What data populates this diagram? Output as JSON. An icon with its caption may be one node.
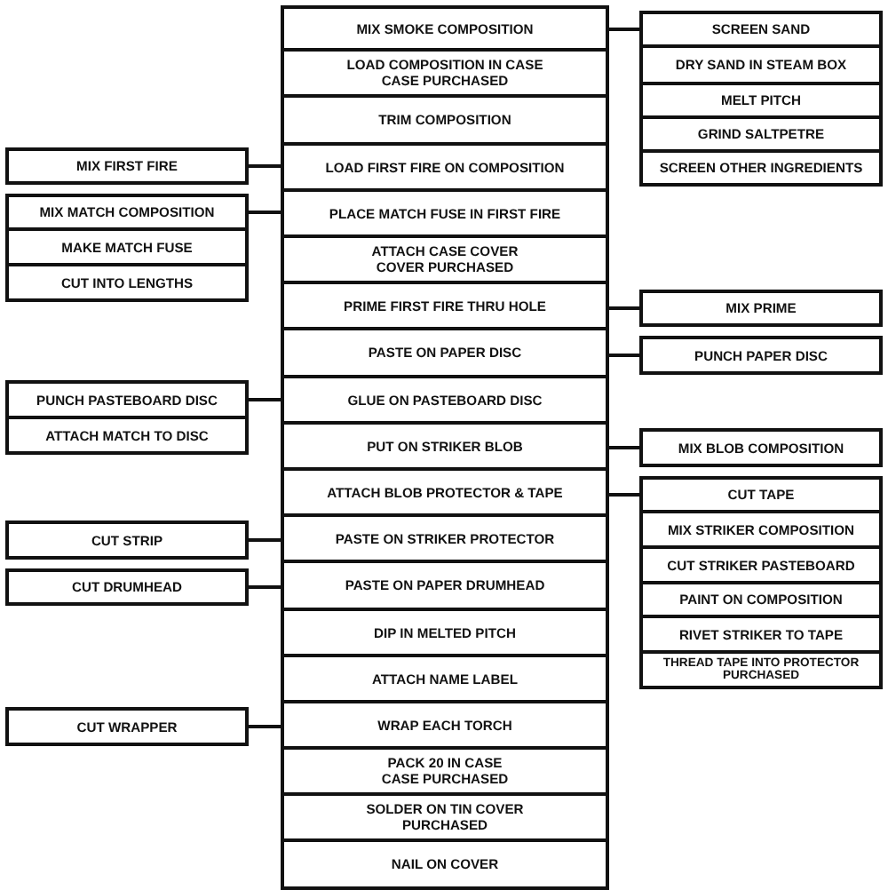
{
  "diagram": {
    "nodes": [
      {
        "text": [
          "MIX SMOKE COMPOSITION"
        ]
      },
      {
        "text": [
          "LOAD COMPOSITION IN CASE",
          "CASE PURCHASED"
        ]
      },
      {
        "text": [
          "TRIM COMPOSITION"
        ]
      },
      {
        "text": [
          "LOAD FIRST FIRE ON COMPOSITION"
        ]
      },
      {
        "text": [
          "PLACE MATCH FUSE IN FIRST FIRE"
        ]
      },
      {
        "text": [
          "ATTACH CASE COVER",
          "COVER PURCHASED"
        ]
      },
      {
        "text": [
          "PRIME FIRST FIRE THRU HOLE"
        ]
      },
      {
        "text": [
          "PASTE ON PAPER DISC"
        ]
      },
      {
        "text": [
          "GLUE ON PASTEBOARD DISC"
        ]
      },
      {
        "text": [
          "PUT ON STRIKER BLOB"
        ]
      },
      {
        "text": [
          "ATTACH BLOB PROTECTOR & TAPE"
        ]
      },
      {
        "text": [
          "PASTE ON STRIKER PROTECTOR"
        ]
      },
      {
        "text": [
          "PASTE ON PAPER DRUMHEAD"
        ]
      },
      {
        "text": [
          "DIP IN MELTED PITCH"
        ]
      },
      {
        "text": [
          "ATTACH NAME LABEL"
        ]
      },
      {
        "text": [
          "WRAP EACH TORCH"
        ]
      },
      {
        "text": [
          "PACK 20 IN CASE",
          "CASE PURCHASED"
        ]
      },
      {
        "text": [
          "SOLDER ON TIN COVER",
          "PURCHASED"
        ]
      },
      {
        "text": [
          "NAIL ON COVER"
        ]
      },
      {
        "text": [
          "MIX FIRST FIRE"
        ]
      },
      {
        "text": [
          "MIX MATCH COMPOSITION"
        ]
      },
      {
        "text": [
          "MAKE MATCH FUSE"
        ]
      },
      {
        "text": [
          "CUT INTO LENGTHS"
        ]
      },
      {
        "text": [
          "PUNCH PASTEBOARD DISC"
        ]
      },
      {
        "text": [
          "ATTACH MATCH TO DISC"
        ]
      },
      {
        "text": [
          "CUT STRIP"
        ]
      },
      {
        "text": [
          "CUT DRUMHEAD"
        ]
      },
      {
        "text": [
          "CUT WRAPPER"
        ]
      },
      {
        "text": [
          "SCREEN SAND"
        ]
      },
      {
        "text": [
          "DRY SAND IN STEAM BOX"
        ]
      },
      {
        "text": [
          "MELT PITCH"
        ]
      },
      {
        "text": [
          "GRIND SALTPETRE"
        ]
      },
      {
        "text": [
          "SCREEN OTHER INGREDIENTS"
        ]
      },
      {
        "text": [
          "MIX PRIME"
        ]
      },
      {
        "text": [
          "PUNCH PAPER DISC"
        ]
      },
      {
        "text": [
          "MIX BLOB COMPOSITION"
        ]
      },
      {
        "text": [
          "CUT TAPE"
        ]
      },
      {
        "text": [
          "MIX STRIKER COMPOSITION"
        ]
      },
      {
        "text": [
          "CUT STRIKER PASTEBOARD"
        ]
      },
      {
        "text": [
          "PAINT ON COMPOSITION"
        ]
      },
      {
        "text": [
          "RIVET STRIKER TO TAPE"
        ]
      },
      {
        "text": [
          "THREAD TAPE INTO PROTECTOR",
          "PURCHASED"
        ]
      }
    ],
    "edges": [
      {
        "from": 28,
        "to": 0,
        "arrow": "none"
      },
      {
        "from": 19,
        "to": 3,
        "arrow": "none"
      },
      {
        "from": 20,
        "to": 4,
        "arrow": "none"
      },
      {
        "from": 33,
        "to": 6,
        "arrow": "none"
      },
      {
        "from": 34,
        "to": 7,
        "arrow": "none"
      },
      {
        "from": 23,
        "to": 8,
        "arrow": "none"
      },
      {
        "from": 35,
        "to": 9,
        "arrow": "none"
      },
      {
        "from": 36,
        "to": 10,
        "arrow": "none"
      },
      {
        "from": 25,
        "to": 11,
        "arrow": "none"
      },
      {
        "from": 26,
        "to": 12,
        "arrow": "none"
      },
      {
        "from": 27,
        "to": 15,
        "arrow": "none"
      }
    ]
  }
}
